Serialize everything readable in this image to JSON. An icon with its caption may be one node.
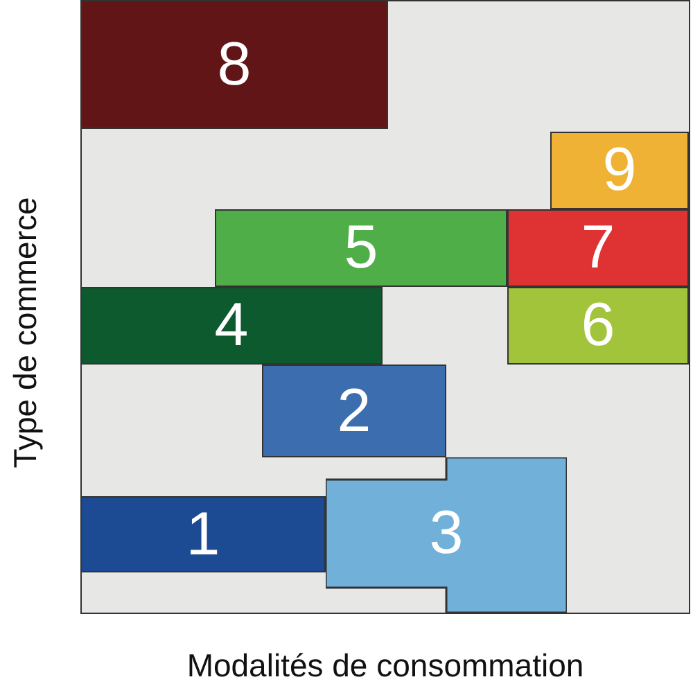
{
  "diagram": {
    "nodes": [
      {
        "text": [
          "8"
        ]
      },
      {
        "text": [
          "9"
        ]
      },
      {
        "text": [
          "5"
        ]
      },
      {
        "text": [
          "7"
        ]
      },
      {
        "text": [
          "4"
        ]
      },
      {
        "text": [
          "6"
        ]
      },
      {
        "text": [
          "2"
        ]
      },
      {
        "text": [
          "3"
        ]
      },
      {
        "text": [
          "1"
        ]
      }
    ],
    "labels": [
      "Type de commerce",
      "Modalités de consommation"
    ]
  }
}
